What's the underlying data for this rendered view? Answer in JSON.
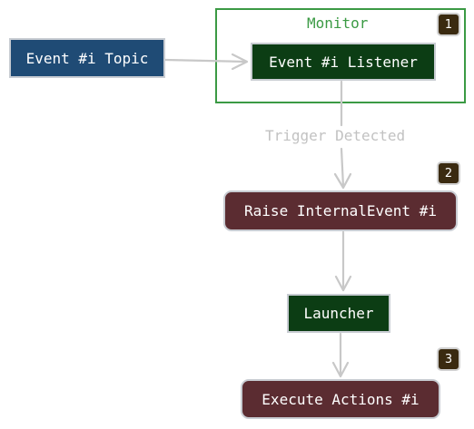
{
  "group": {
    "label": "Monitor"
  },
  "nodes": {
    "topic": "Event #i Topic",
    "listener": "Event #i Listener",
    "raise": "Raise InternalEvent #i",
    "launcher": "Launcher",
    "execute": "Execute Actions #i"
  },
  "edges": {
    "trigger_label": "Trigger Detected"
  },
  "badges": [
    "1",
    "2",
    "3"
  ],
  "colors": {
    "topic_fill": "#1f4b75",
    "listener_fill": "#0c3d14",
    "launcher_fill": "#0c3d14",
    "action_fill": "#5b2c31",
    "monitor_border": "#3b9a44",
    "connector": "#c8c8c8",
    "badge_fill": "#3a2a10"
  }
}
